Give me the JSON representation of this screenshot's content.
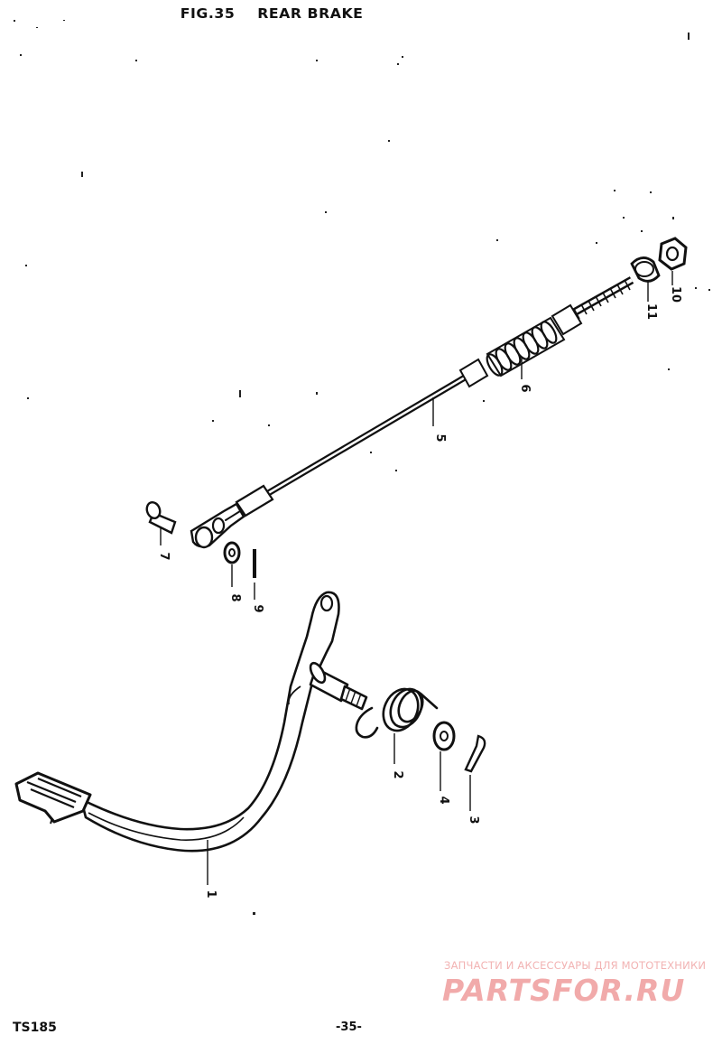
{
  "figure": {
    "number": "FIG.35",
    "name": "REAR BRAKE"
  },
  "footer": {
    "model": "TS185",
    "page": "-35-"
  },
  "watermark": {
    "tagline": "ЗАПЧАСТИ И АКСЕССУАРЫ ДЛЯ МОТОТЕХНИКИ",
    "brand": "PARTSFOR.RU"
  },
  "parts": [
    {
      "ref": "1",
      "name": "brake-pedal"
    },
    {
      "ref": "2",
      "name": "return-spring"
    },
    {
      "ref": "3",
      "name": "cotter-pin"
    },
    {
      "ref": "4",
      "name": "washer"
    },
    {
      "ref": "5",
      "name": "brake-rod"
    },
    {
      "ref": "6",
      "name": "rod-spring"
    },
    {
      "ref": "7",
      "name": "clevis-pin"
    },
    {
      "ref": "8",
      "name": "clevis-washer"
    },
    {
      "ref": "9",
      "name": "clevis-cotter-pin"
    },
    {
      "ref": "10",
      "name": "adjusting-nut"
    },
    {
      "ref": "11",
      "name": "joint"
    }
  ],
  "colors": {
    "ink": "#111111",
    "watermark": "#f1aaaa"
  }
}
